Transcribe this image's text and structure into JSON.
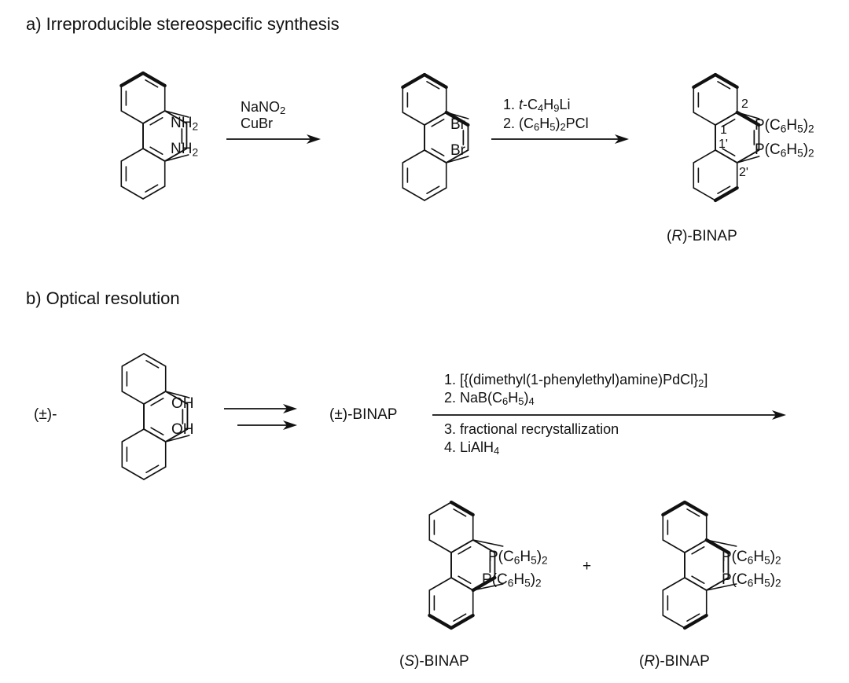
{
  "section_a": {
    "title": "a) Irreproducible stereospecific synthesis",
    "sm_sub1": "NH",
    "sm_sub1_sub": "2",
    "sm_sub2": "NH",
    "sm_sub2_sub": "2",
    "step1": {
      "line1_main": "NaNO",
      "line1_sub": "2",
      "line2": "CuBr"
    },
    "int_sub1": "Br",
    "int_sub2": "Br",
    "step2": {
      "line1_prefix": "1. ",
      "line1_italic": "t",
      "line1_rest": "-C",
      "line1_sub1": "4",
      "line1_h": "H",
      "line1_sub2": "9",
      "line1_end": "Li",
      "line2_prefix": "2. (C",
      "line2_sub1": "6",
      "line2_h": "H",
      "line2_sub2": "5",
      "line2_close": ")",
      "line2_sub3": "2",
      "line2_end": "PCl"
    },
    "product_sub1": "P(C",
    "product_sub2": "P(C",
    "locants": [
      "2",
      "1",
      "1'",
      "2'"
    ],
    "product_label_open": "(",
    "product_label_italic": "R",
    "product_label_rest": ")-BINAP"
  },
  "section_b": {
    "title": "b) Optical resolution",
    "racemic_prefix": "(±)-",
    "sm_sub1": "OH",
    "sm_sub2": "OH",
    "intermediate": "(±)-BINAP",
    "conditions": {
      "line1": "1. [{(dimethyl(1-phenylethyl)amine)PdCl}",
      "line1_sub": "2",
      "line1_end": "]",
      "line2_prefix": "2. NaB(C",
      "line2_sub1": "6",
      "line2_h": "H",
      "line2_sub2": "5",
      "line2_close": ")",
      "line2_sub3": "4",
      "line3": "3. fractional recrystallization",
      "line4_prefix": "4. LiAlH",
      "line4_sub": "4"
    },
    "plus": "+",
    "product_s_label_open": "(",
    "product_s_label_italic": "S",
    "product_s_label_rest": ")-BINAP",
    "product_r_label_open": "(",
    "product_r_label_italic": "R",
    "product_r_label_rest": ")-BINAP"
  },
  "substituent_tail": {
    "sub6": "6",
    "h": "H",
    "sub5": "5",
    "close": ")",
    "sub2": "2"
  },
  "colors": {
    "ink": "#111111",
    "background": "#ffffff"
  }
}
